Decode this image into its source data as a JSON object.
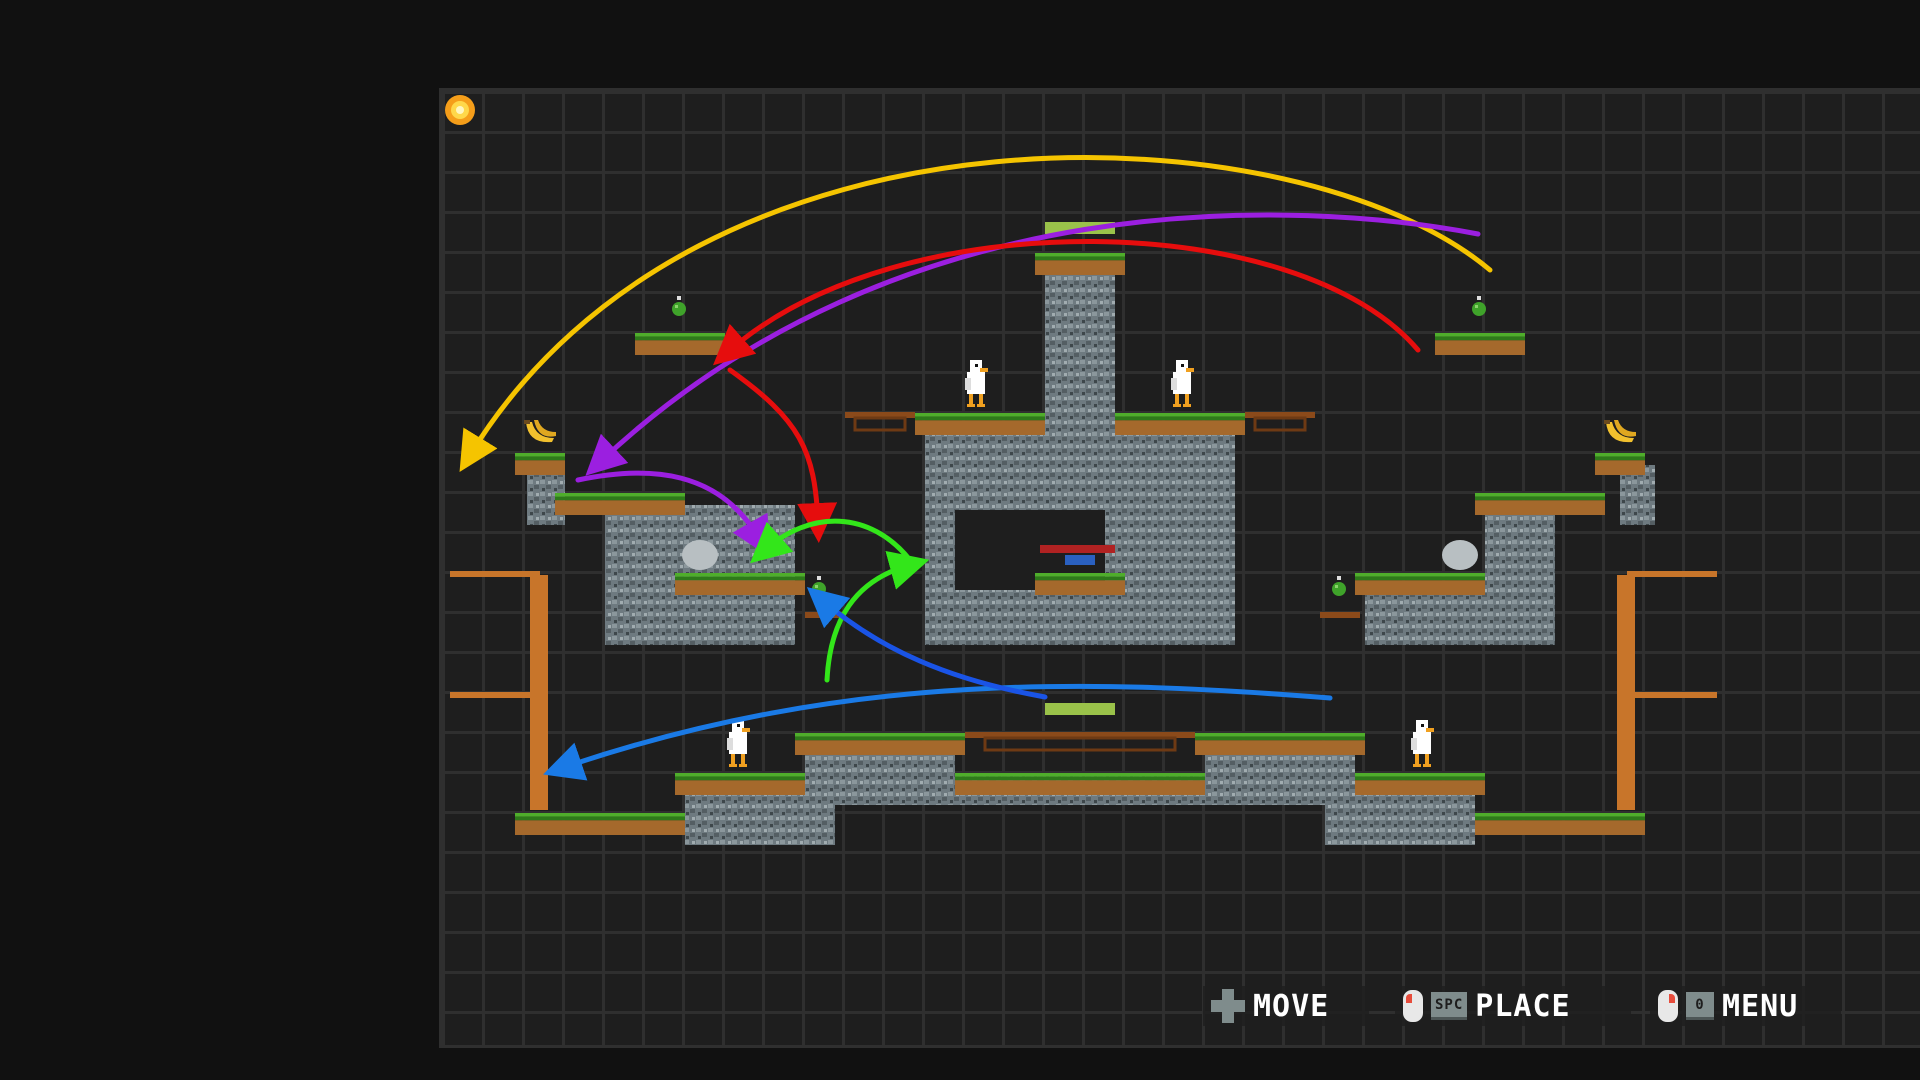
{
  "hud": {
    "move_label": "MOVE",
    "place_label": "PLACE",
    "menu_label": "MENU",
    "place_key": "SPC",
    "menu_key": "0"
  },
  "icons": {
    "corner": "sun-gear-icon",
    "move": "dpad-icon",
    "place": "mouse-left-click-icon",
    "menu": "mouse-right-click-icon"
  },
  "colors": {
    "background": "#111111",
    "grid": "#2f2f2f",
    "arrow_yellow": "#f5c400",
    "arrow_purple": "#9b1fe0",
    "arrow_red": "#e60d0d",
    "arrow_green": "#33e61a",
    "arrow_blue": "#1a7ae6"
  }
}
